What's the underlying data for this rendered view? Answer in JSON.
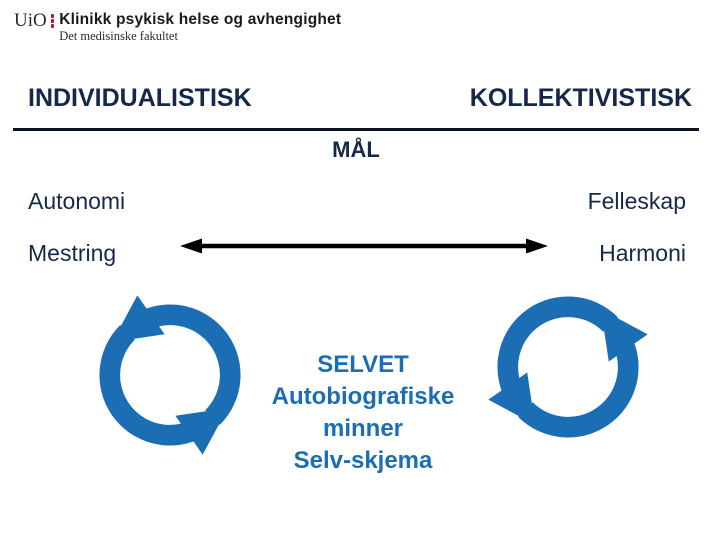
{
  "logo": {
    "org": "UiO",
    "unit": "Klinikk psykisk helse og avhengighet",
    "faculty": "Det medisinske fakultet"
  },
  "headers": {
    "left": "INDIVIDUALISTISK",
    "right": "KOLLEKTIVISTISK",
    "center_below_line": "MÅL"
  },
  "rows": [
    {
      "left": "Autonomi",
      "right": "Felleskap"
    },
    {
      "left": "Mestring",
      "right": "Harmoni"
    }
  ],
  "center_text": {
    "lines": [
      "SELVET",
      "Autobiografiske",
      "minner",
      "Selv-skjema"
    ]
  },
  "icons": {
    "left_cycle": "cycle-arrows-icon",
    "right_cycle": "cycle-arrows-icon",
    "between_rows": "double-headed-arrow"
  },
  "colors": {
    "navy_text": "#16284A",
    "blue_accent": "#1B6EB4",
    "logo_red": "#B0162C",
    "arrow_black": "#000000"
  }
}
